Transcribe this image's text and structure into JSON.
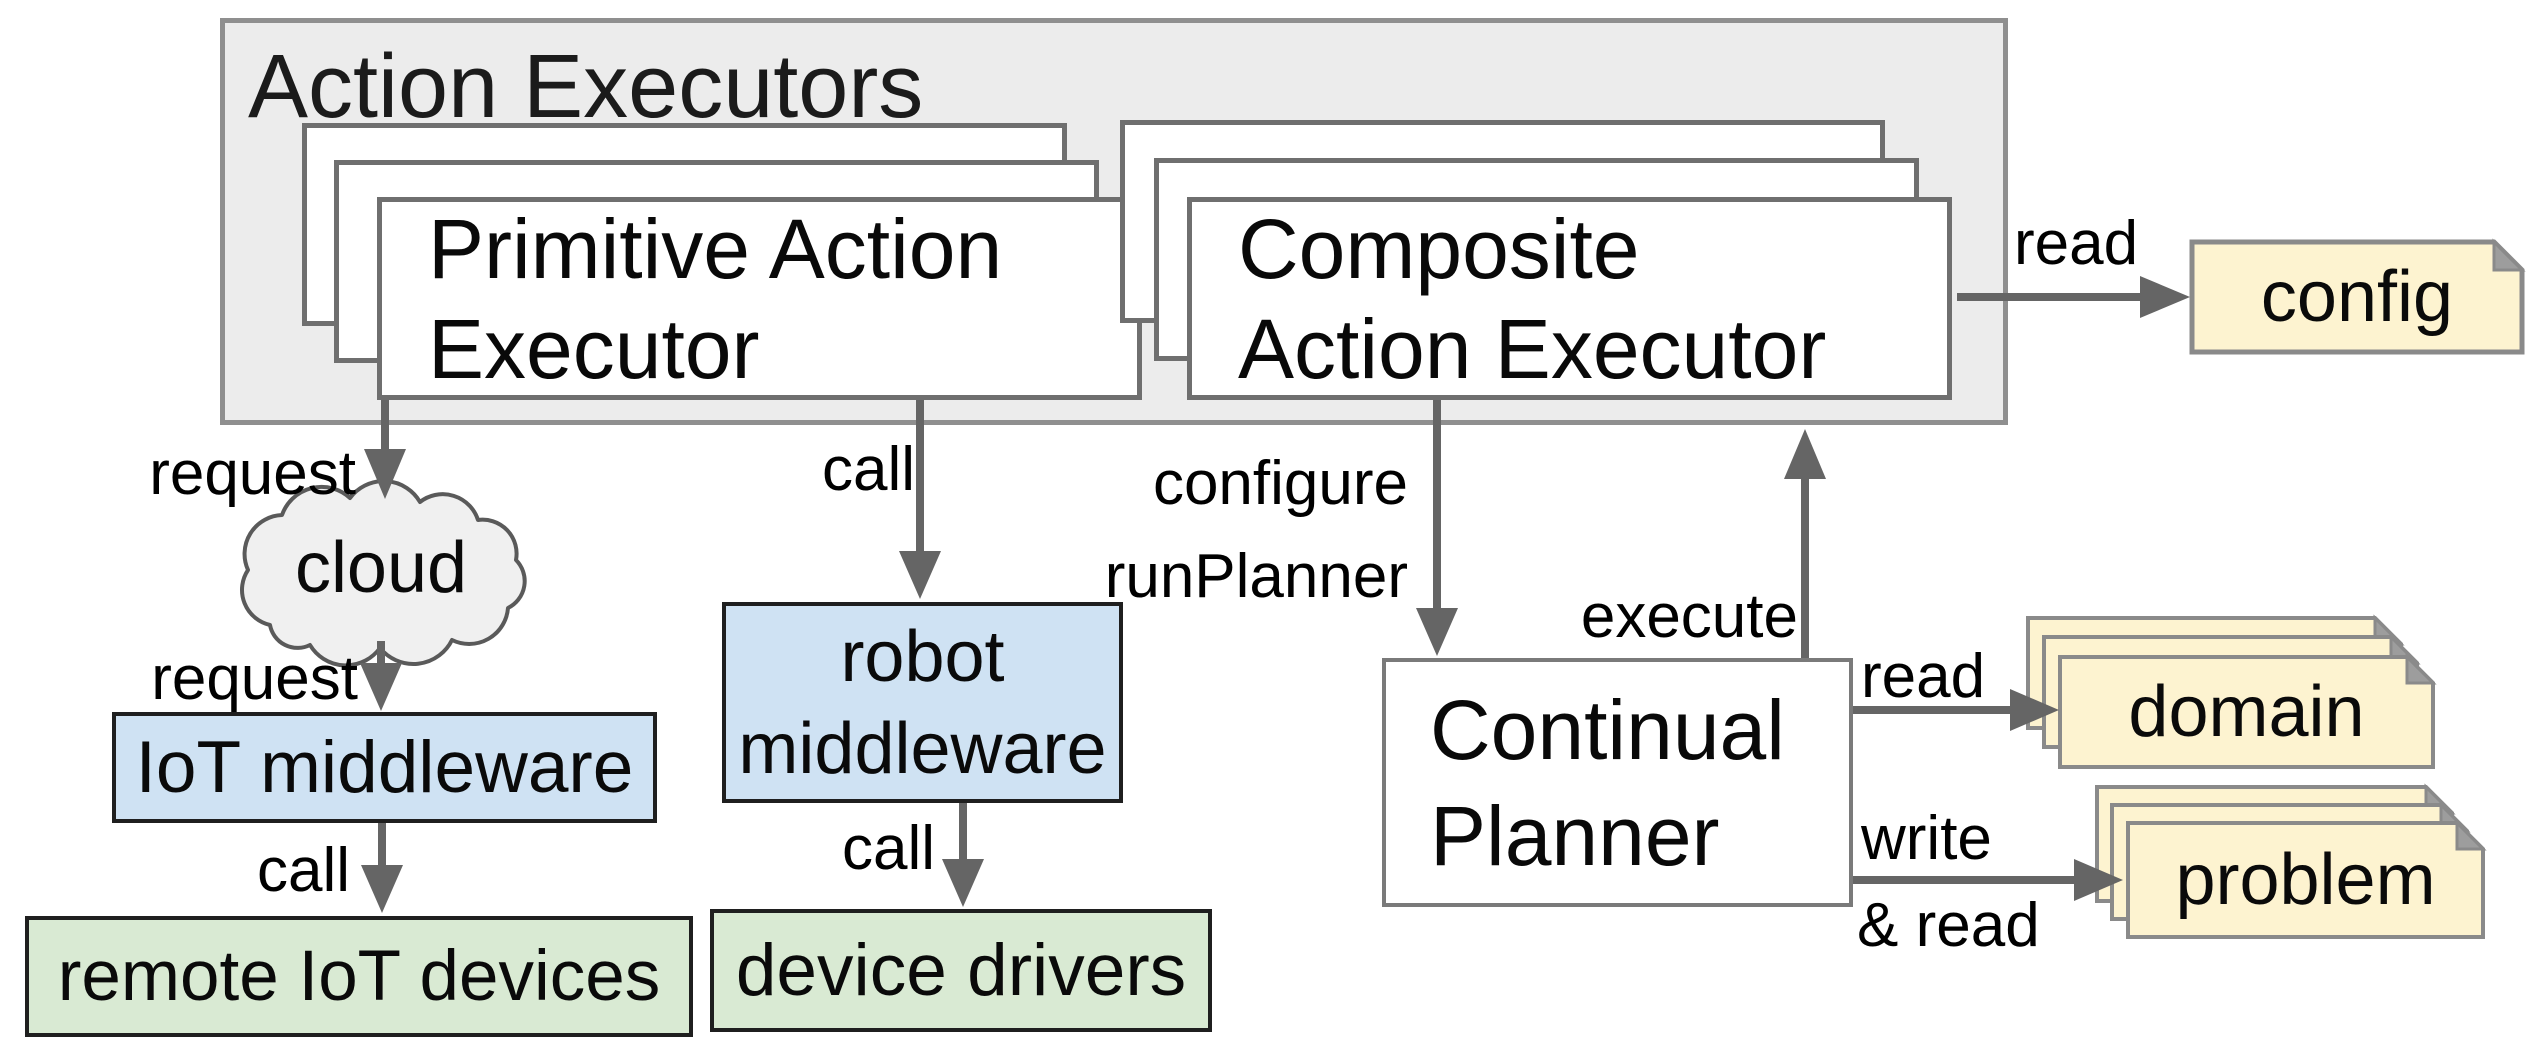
{
  "title": {
    "text": "Action Executors"
  },
  "executors": {
    "primitive": {
      "line1": "Primitive Action",
      "line2": "Executor"
    },
    "composite": {
      "line1": "Composite",
      "line2": "Action Executor"
    }
  },
  "nodes": {
    "cloud": {
      "label": "cloud"
    },
    "iot_middleware": {
      "label": "IoT middleware"
    },
    "remote_iot_devices": {
      "label": "remote IoT devices"
    },
    "robot_middleware": {
      "line1": "robot",
      "line2": "middleware"
    },
    "device_drivers": {
      "label": "device drivers"
    },
    "continual_planner": {
      "line1": "Continual",
      "line2": "Planner"
    }
  },
  "artifacts": {
    "config": {
      "label": "config"
    },
    "domain": {
      "label": "domain"
    },
    "problem": {
      "label": "problem"
    }
  },
  "edges": {
    "request_to_cloud": "request",
    "request_to_iot": "request",
    "call_to_robot": "call",
    "call_to_remote": "call",
    "call_to_drivers": "call",
    "configure_line1": "configure",
    "configure_line2": "runPlanner",
    "execute": "execute",
    "read_config": "read",
    "read_domain": "read",
    "write_problem_line1": "write",
    "write_problem_line2": "& read"
  },
  "colors": {
    "container_fill": "#ececec",
    "container_border": "#8f8f8f",
    "white_box_border": "#6f6f6f",
    "blue_fill": "#cfe2f3",
    "green_fill": "#d9ead3",
    "note_fill": "#fdf3d0",
    "note_border": "#8a8a8a",
    "arrow": "#656565",
    "cloud_fill": "#f0f0f0"
  }
}
